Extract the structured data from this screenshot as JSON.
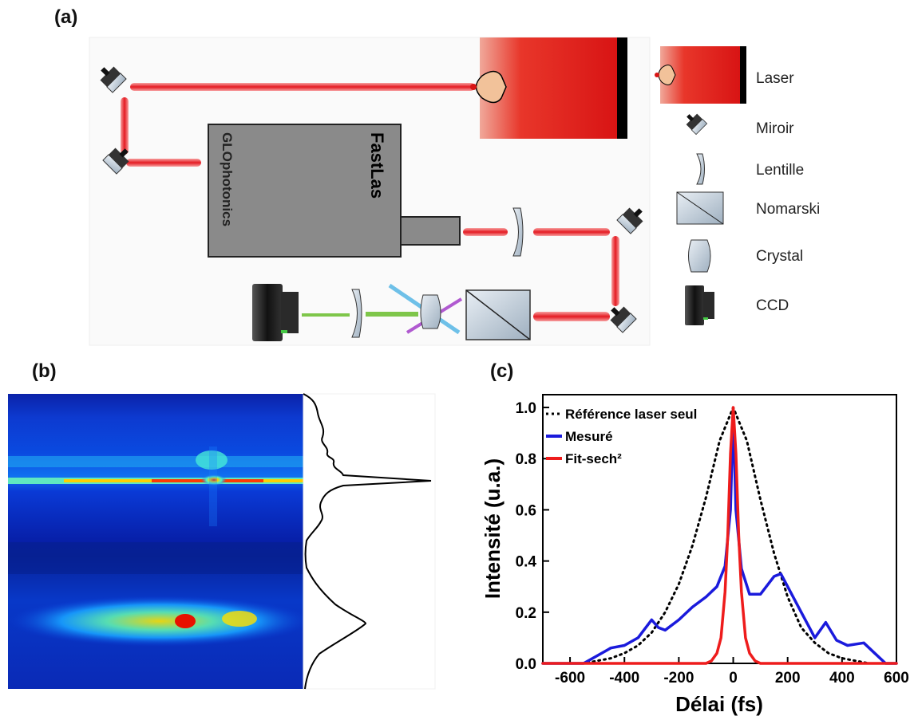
{
  "panels": {
    "a": "(a)",
    "b": "(b)",
    "c": "(c)"
  },
  "setup": {
    "box_brand": "GLOphotonics",
    "box_name": "FastLas"
  },
  "legend_items": [
    {
      "icon": "laser-icon",
      "label": "Laser"
    },
    {
      "icon": "mirror-icon",
      "label": "Miroir"
    },
    {
      "icon": "lens-icon",
      "label": "Lentille"
    },
    {
      "icon": "nomarski-icon",
      "label": "Nomarski"
    },
    {
      "icon": "crystal-icon",
      "label": "Crystal"
    },
    {
      "icon": "ccd-icon",
      "label": "CCD"
    }
  ],
  "colors": {
    "beam_red": "#e8202a",
    "laser_red": "#e52a1e",
    "box_gray": "#8a8a8a",
    "green_beam": "#7ec64a",
    "blue_curve": "#1a1adc",
    "red_curve": "#ee1c1c",
    "black_curve": "#000000"
  },
  "chart_data": {
    "type": "line",
    "title": "",
    "xlabel": "Délai (fs)",
    "ylabel": "Intensité (u.a.)",
    "xlim": [
      -700,
      600
    ],
    "ylim": [
      0.0,
      1.05
    ],
    "xticks": [
      -600,
      -400,
      -200,
      0,
      200,
      400,
      600
    ],
    "yticks": [
      "0.0",
      "0.2",
      "0.4",
      "0.6",
      "0.8",
      "1.0"
    ],
    "grid": false,
    "legend_position": "top-left",
    "series": [
      {
        "name": "Référence laser seul",
        "color": "#000000",
        "style": "dotted",
        "x": [
          -700,
          -600,
          -550,
          -500,
          -450,
          -400,
          -350,
          -300,
          -250,
          -200,
          -150,
          -100,
          -50,
          0,
          50,
          100,
          150,
          200,
          250,
          300,
          350,
          400,
          450,
          500,
          550,
          600
        ],
        "y": [
          0,
          0,
          0,
          0.01,
          0.02,
          0.04,
          0.07,
          0.12,
          0.2,
          0.31,
          0.46,
          0.65,
          0.87,
          1.0,
          0.87,
          0.64,
          0.43,
          0.26,
          0.14,
          0.08,
          0.04,
          0.02,
          0.01,
          0.0,
          0,
          0
        ]
      },
      {
        "name": "Mesuré",
        "color": "#1a1adc",
        "style": "solid",
        "x": [
          -700,
          -600,
          -550,
          -500,
          -450,
          -400,
          -350,
          -300,
          -275,
          -250,
          -200,
          -150,
          -100,
          -60,
          -30,
          -10,
          0,
          10,
          30,
          60,
          100,
          150,
          175,
          200,
          250,
          300,
          340,
          380,
          420,
          480,
          520,
          560,
          600
        ],
        "y": [
          0,
          0,
          0.0,
          0.03,
          0.06,
          0.07,
          0.1,
          0.17,
          0.14,
          0.13,
          0.17,
          0.22,
          0.26,
          0.3,
          0.38,
          0.6,
          0.98,
          0.6,
          0.37,
          0.27,
          0.27,
          0.34,
          0.35,
          0.3,
          0.2,
          0.1,
          0.16,
          0.09,
          0.07,
          0.08,
          0.04,
          0.0,
          0
        ]
      },
      {
        "name": "Fit-sech²",
        "color": "#ee1c1c",
        "style": "solid",
        "x": [
          -700,
          -100,
          -80,
          -60,
          -45,
          -30,
          -20,
          -10,
          0,
          10,
          20,
          30,
          45,
          60,
          80,
          100,
          600
        ],
        "y": [
          0,
          0,
          0.01,
          0.04,
          0.1,
          0.28,
          0.5,
          0.82,
          1.0,
          0.82,
          0.5,
          0.28,
          0.1,
          0.04,
          0.01,
          0,
          0
        ]
      }
    ]
  }
}
